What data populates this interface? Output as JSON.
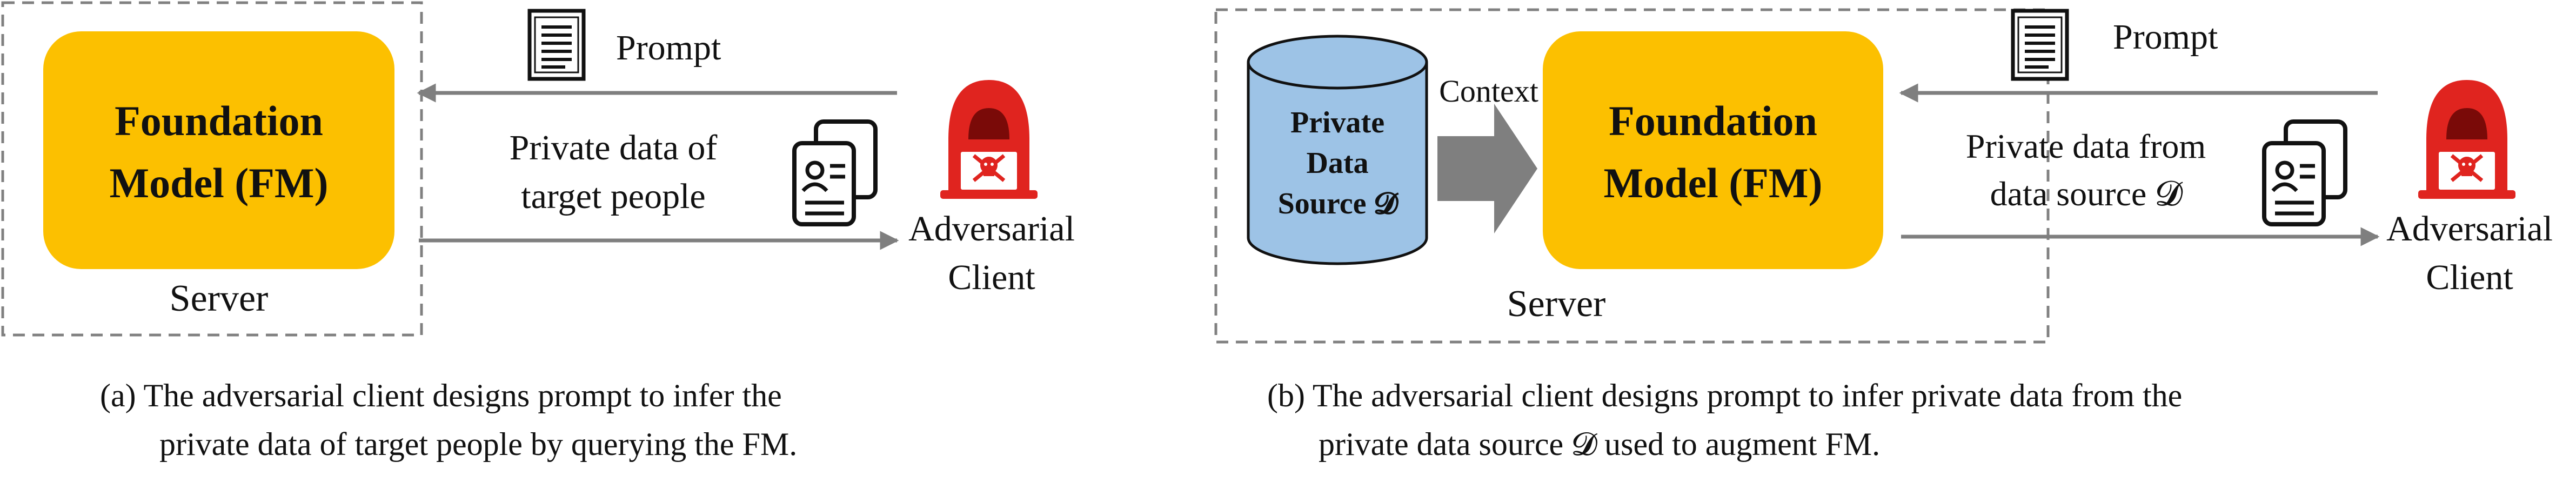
{
  "panel_a": {
    "fm_line1": "Foundation",
    "fm_line2": "Model (FM)",
    "server_label": "Server",
    "prompt_label": "Prompt",
    "private_line1": "Private data of",
    "private_line2": "target people",
    "client_line1": "Adversarial",
    "client_line2": "Client",
    "caption_line1": "(a)  The adversarial client designs prompt to infer the",
    "caption_line2": "private data of target people by querying the FM."
  },
  "panel_b": {
    "fm_line1": "Foundation",
    "fm_line2": "Model (FM)",
    "server_label": "Server",
    "prompt_label": "Prompt",
    "context_label": "Context",
    "db_line1": "Private",
    "db_line2": "Data",
    "db_line3": "Source 𝓓",
    "private_line1": "Private data from",
    "private_line2": "data source 𝓓",
    "client_line1": "Adversarial",
    "client_line2": "Client",
    "caption_line1": "(b) The adversarial client designs prompt to infer private data from the",
    "caption_line2": "private data source 𝓓 used to augment FM."
  },
  "colors": {
    "fm_fill": "#FCC000",
    "db_fill": "#9DC3E6",
    "hacker_red": "#E0241F",
    "arrow_gray": "#7F7F7F",
    "dashed_border": "#808080"
  },
  "icons": [
    "document-icon",
    "contact-cards-icon",
    "hacker-icon",
    "database-icon"
  ]
}
